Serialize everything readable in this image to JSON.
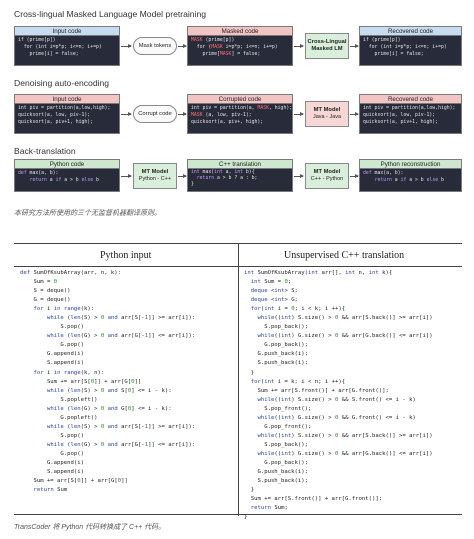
{
  "sections": {
    "mlm": {
      "title": "Cross-lingual Masked Language Model pretraining",
      "input_header": "Input code",
      "input_lines": [
        "if (prime[p])",
        "  for (int i=p*p; i<=n; i+=p)",
        "    prime[i] = false;"
      ],
      "op_label": "Mask tokens",
      "masked_header": "Masked code",
      "masked_lines": [
        "MASK (prime[p])",
        "  for (MASK i=p*p; i<=n; i+=p)",
        "    prime[MASK] = false;"
      ],
      "model_line1": "Cross-Lingual",
      "model_line2": "Masked LM",
      "recovered_header": "Recovered code",
      "recovered_lines": [
        "if (prime[p])",
        "  for (int i=p*p; i<=n; i+=p)",
        "    prime[i] = false;"
      ]
    },
    "dae": {
      "title": "Denoising auto-encoding",
      "input_header": "Input code",
      "input_lines": [
        "int piv = partition(a,low,high);",
        "quicksort(a, low, piv-1);",
        "quicksort(a, piv+1, high);"
      ],
      "op_label": "Corrupt code",
      "corrupted_header": "Corrupted code",
      "corrupted_lines": [
        "int piv = partition(a, MASK, high);",
        "MASK (a, low, piv-1);",
        "quicksort(a, piv+, high);"
      ],
      "model_line1": "MT Model",
      "model_line2": "Java - Java",
      "recovered_header": "Recovered code",
      "recovered_lines": [
        "int piv = partition(a,low,high);",
        "quicksort(a, low, piv-1);",
        "quicksort(a, piv+1, high);"
      ]
    },
    "bt": {
      "title": "Back-translation",
      "python_header": "Python code",
      "python_lines": [
        "def max(a, b):",
        "    return a if a > b else b"
      ],
      "model1_line1": "MT Model",
      "model1_line2": "Python - C++",
      "cpp_header": "C++ translation",
      "cpp_lines": [
        "int max(int a, int b){",
        "  return a > b ? a : b;",
        "}"
      ],
      "model2_line1": "MT Model",
      "model2_line2": "C++ - Python",
      "recon_header": "Python reconstruction",
      "recon_lines": [
        "def max(a, b):",
        "    return a if a > b else b"
      ]
    }
  },
  "caption1": "本研究方法所使用的三个无监督机器翻译原则。",
  "table": {
    "python_header": "Python input",
    "cpp_header": "Unsupervised C++ translation",
    "python_code": [
      "def SumOfKsubArray(arr, n, k):",
      "    Sum = 0",
      "    S = deque()",
      "    G = deque()",
      "    for i in range(k):",
      "        while (len(S) > 0 and arr[S[-1]] >= arr[i]):",
      "            S.pop()",
      "        while (len(G) > 0 and arr[G[-1]] <= arr[i]):",
      "            G.pop()",
      "        G.append(i)",
      "        S.append(i)",
      "    for i in range(k, n):",
      "        Sum += arr[S[0]] + arr[G[0]]",
      "        while (len(S) > 0 and S[0] <= i - k):",
      "            S.popleft()",
      "        while (len(G) > 0 and G[0] <= i - k):",
      "            G.popleft()",
      "        while (len(S) > 0 and arr[S[-1]] >= arr[i]):",
      "            S.pop()",
      "        while (len(G) > 0 and arr[G[-1]] <= arr[i]):",
      "            G.pop()",
      "        G.append(i)",
      "        S.append(i)",
      "    Sum += arr[S[0]] + arr[G[0]]",
      "    return Sum"
    ],
    "cpp_code": [
      "int SumOfKsubArray(int arr[], int n, int k){",
      "  int Sum = 0;",
      "  deque <int> S;",
      "  deque <int> G;",
      "  for(int i = 0; i < k; i ++){",
      "    while((int) S.size() > 0 && arr[S.back()] >= arr[i])",
      "      S.pop_back();",
      "    while((int) G.size() > 0 && arr[G.back()] <= arr[i])",
      "      G.pop_back();",
      "    G.push_back(i);",
      "    S.push_back(i);",
      "  }",
      "  for(int i = k; i < n; i ++){",
      "    Sum += arr[S.front()] + arr[G.front()];",
      "    while((int) S.size() > 0 && S.front() <= i - k)",
      "      S.pop_front();",
      "    while((int) G.size() > 0 && G.front() <= i - k)",
      "      G.pop_front();",
      "    while((int) S.size() > 0 && arr[S.back()] >= arr[i])",
      "      S.pop_back();",
      "    while((int) G.size() > 0 && arr[G.back()] <= arr[i])",
      "      G.pop_back();",
      "    G.push_back(i);",
      "    S.push_back(i);",
      "  }",
      "  Sum += arr[S.front()] + arr[G.front()];",
      "  return Sum;",
      "}"
    ]
  },
  "caption2": "TransCoder 将 Python 代码转换成了 C++ 代码。",
  "colors": {
    "input_header": "#c7dcf0",
    "corrupt_header": "#f3c4c4",
    "model_green": "#d9efdb",
    "code_bg": "#272b3a",
    "mask_token": "#ff6b6b"
  }
}
